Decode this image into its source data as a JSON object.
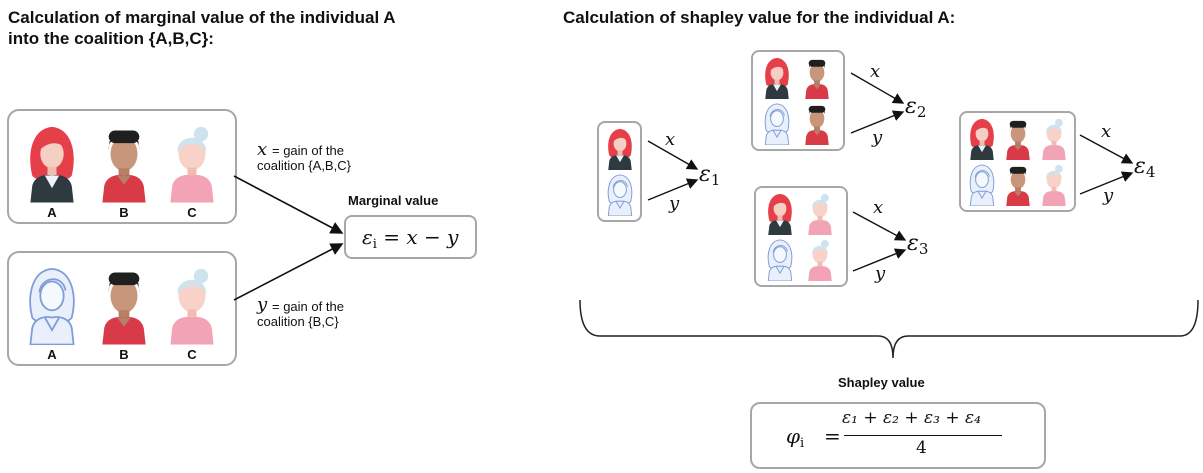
{
  "left": {
    "title_line1": "Calculation of marginal value of the individual A",
    "title_line2": "into the coalition {A,B,C}:",
    "top_labels": [
      "A",
      "B",
      "C"
    ],
    "bottom_labels": [
      "A",
      "B",
      "C"
    ],
    "x_symbol": "x",
    "x_desc_line1": "= gain of the",
    "x_desc_line2": "coalition {A,B,C}",
    "y_symbol": "y",
    "y_desc_line1": "= gain of the",
    "y_desc_line2": "coalition {B,C}",
    "marginal_label": "Marginal value",
    "marginal_formula_lhs": "ε",
    "marginal_formula_sub": "i",
    "marginal_formula_rhs": " = x − y"
  },
  "right": {
    "title": "Calculation of shapley value for the individual A:",
    "x_symbol": "x",
    "y_symbol": "y",
    "eps_symbol": "ε",
    "eps_subs": [
      "1",
      "2",
      "3",
      "4"
    ],
    "shapley_label": "Shapley value",
    "formula_lhs": "φ",
    "formula_lhs_sub": "i",
    "formula_eq": "=",
    "numerator": "ε₁ + ε₂ + ε₃ + ε₄",
    "denominator": "4"
  },
  "colors": {
    "box_border": "#a7a7a7",
    "hair_red": "#e5404a",
    "skin_light": "#f6cfc4",
    "hair_dark": "#1f1f1f",
    "skin_tan": "#c8967a",
    "shirt_red": "#d93a48",
    "hair_gray": "#cfe3ef",
    "shirt_pink": "#f2a3b5",
    "outline_blue": "#7f9ed8"
  }
}
